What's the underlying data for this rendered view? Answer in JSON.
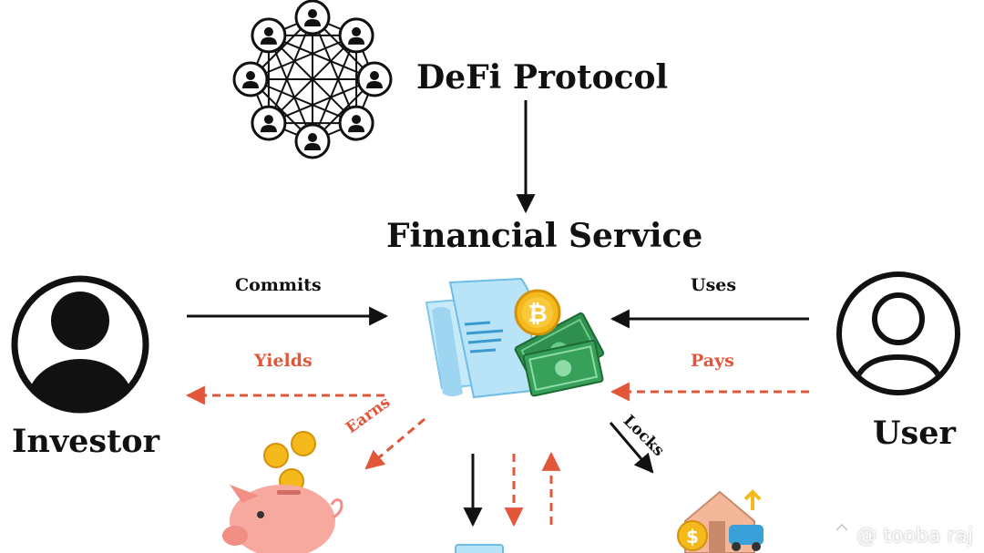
{
  "title": "DeFi Protocol",
  "service": "Financial Service",
  "actors": {
    "left": "Investor",
    "right": "User"
  },
  "edges": {
    "commits": "Commits",
    "yields": "Yields",
    "uses": "Uses",
    "pays": "Pays",
    "earns": "Earns",
    "locks": "Locks"
  },
  "watermark": "@ tooba raj",
  "icons": {
    "network": "network-nodes-icon",
    "service": "document-money-bitcoin-icon",
    "investor": "person-filled-icon",
    "user": "person-outline-icon",
    "piggy": "piggy-bank-coins-icon",
    "collateral": "house-car-coin-icon",
    "doc": "document-icon",
    "watermark": "diamond-logo-icon"
  },
  "colors": {
    "primary": "#111111",
    "accent": "#e2563a",
    "doc": "#b9e3f7",
    "money": "#2f8f4e",
    "coin": "#f5b91c",
    "piggy": "#f7a9a0"
  }
}
